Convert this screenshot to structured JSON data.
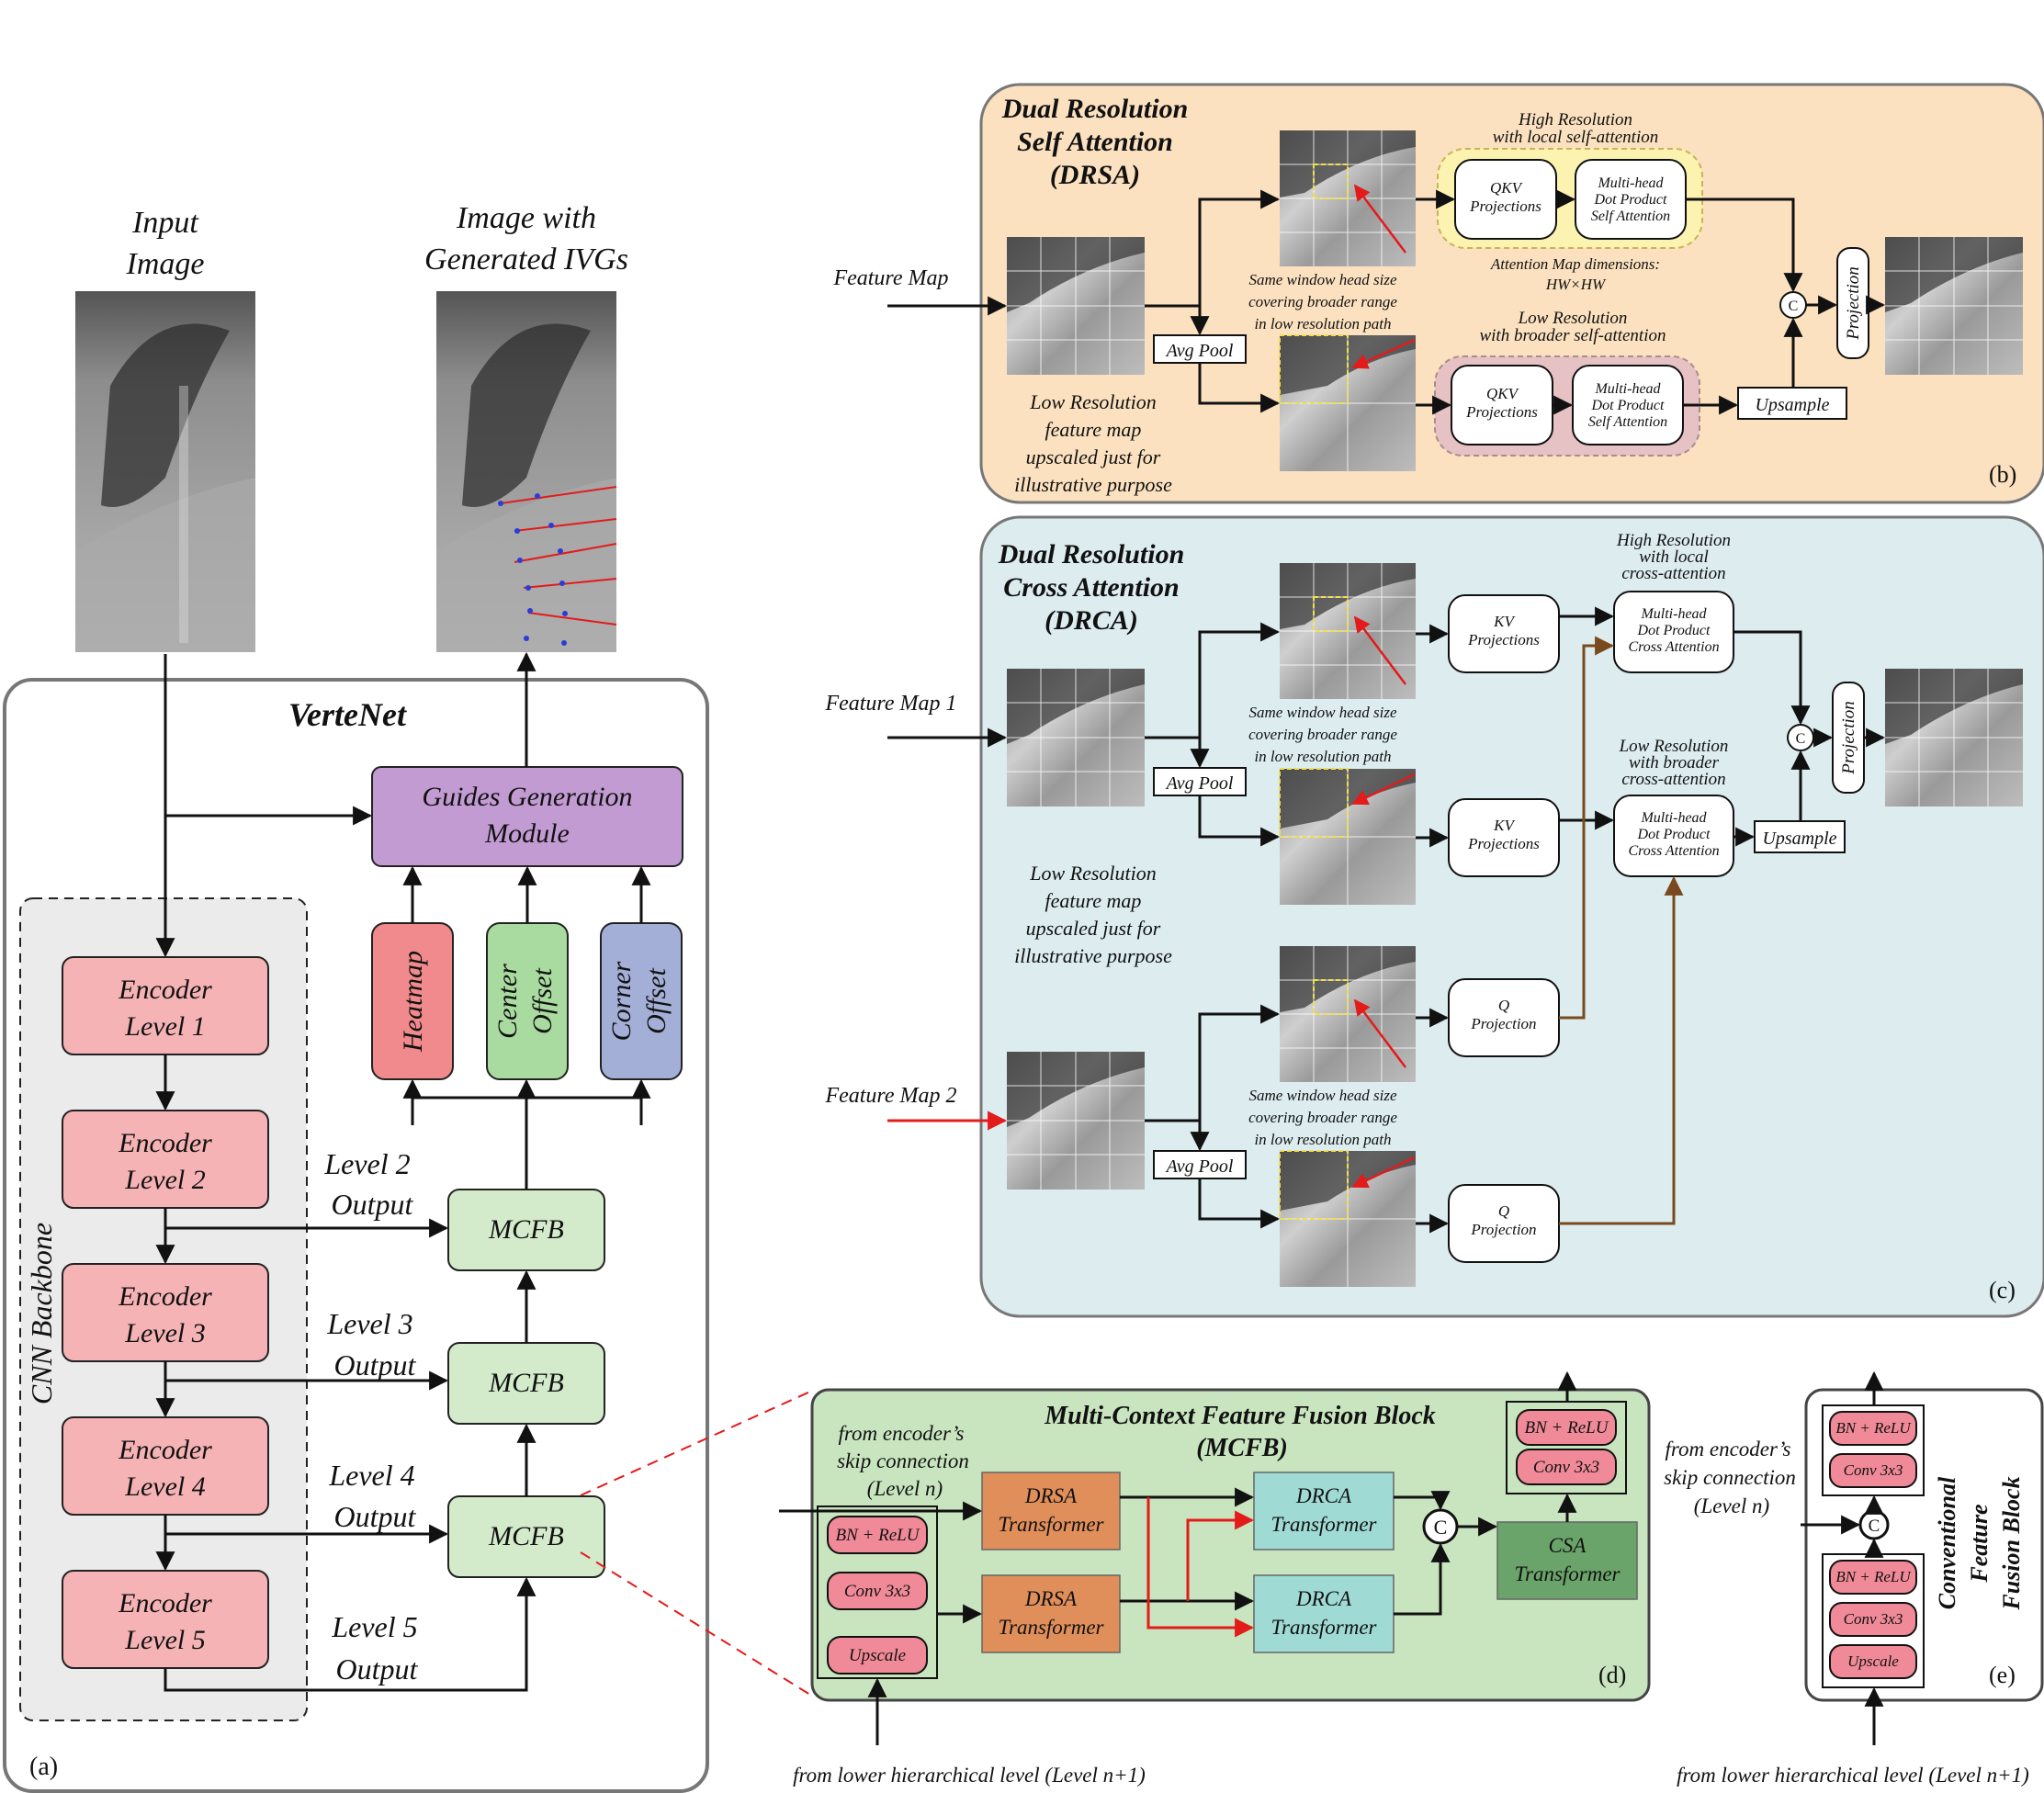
{
  "panel_a": {
    "input_title": [
      "Input",
      "Image"
    ],
    "output_title": [
      "Image with",
      "Generated IVGs"
    ],
    "vertenet_title": "VerteNet",
    "backbone_label": "CNN Backbone",
    "encoders": [
      [
        "Encoder",
        "Level 1"
      ],
      [
        "Encoder",
        "Level 2"
      ],
      [
        "Encoder",
        "Level 3"
      ],
      [
        "Encoder",
        "Level 4"
      ],
      [
        "Encoder",
        "Level 5"
      ]
    ],
    "guides_module": [
      "Guides Generation",
      "Module"
    ],
    "heads": [
      [
        "Heatmap"
      ],
      [
        "Center",
        "Offset"
      ],
      [
        "Corner",
        "Offset"
      ]
    ],
    "mcfb_label": "MCFB",
    "level_outputs": [
      [
        "Level 2",
        "Output"
      ],
      [
        "Level 3",
        "Output"
      ],
      [
        "Level 4",
        "Output"
      ],
      [
        "Level 5",
        "Output"
      ]
    ],
    "tag": "(a)",
    "colors": {
      "encoder": "#f6b3b6",
      "guides": "#c39bd3",
      "heatmap": "#f08a8c",
      "center": "#a9dba0",
      "corner": "#a4afd8",
      "mcfb": "#d3ebcb"
    }
  },
  "panel_b": {
    "title": [
      "Dual Resolution",
      "Self Attention",
      "(DRSA)"
    ],
    "feature_map": "Feature Map",
    "avg_pool": "Avg Pool",
    "window_note": [
      "Same window head size",
      "covering broader range",
      "in low resolution path"
    ],
    "low_res_note": [
      "Low Resolution",
      "feature map",
      "upscaled just for",
      "illustrative purpose"
    ],
    "high_res_label": [
      "High Resolution",
      "with local self-attention"
    ],
    "low_res_label": [
      "Low Resolution",
      "with broader self-attention"
    ],
    "qkv": [
      "QKV",
      "Projections"
    ],
    "mhsa": [
      "Multi-head",
      "Dot Product",
      "Self Attention"
    ],
    "attn_dims": [
      "Attention Map dimensions:",
      "HW×HW"
    ],
    "concat": "C",
    "projection": "Projection",
    "upsample": "Upsample",
    "tag": "(b)",
    "colors": {
      "panel": "#fbe1bf",
      "high_group": "#fdf3b0",
      "low_group": "#e7c2c4"
    }
  },
  "panel_c": {
    "title": [
      "Dual Resolution",
      "Cross Attention",
      "(DRCA)"
    ],
    "feature_map_1": "Feature Map 1",
    "feature_map_2": "Feature Map 2",
    "avg_pool": "Avg Pool",
    "window_note": [
      "Same window head size",
      "covering broader range",
      "in low resolution path"
    ],
    "low_res_note": [
      "Low Resolution",
      "feature map",
      "upscaled just for",
      "illustrative purpose"
    ],
    "high_res_label": [
      "High Resolution",
      "with local",
      "cross-attention"
    ],
    "low_res_label": [
      "Low Resolution",
      "with broader",
      "cross-attention"
    ],
    "kv": [
      "KV",
      "Projections"
    ],
    "q": [
      "Q",
      "Projection"
    ],
    "mhca": [
      "Multi-head",
      "Dot Product",
      "Cross Attention"
    ],
    "concat": "C",
    "projection": "Projection",
    "upsample": "Upsample",
    "tag": "(c)",
    "colors": {
      "panel": "#dcecef"
    }
  },
  "panel_d": {
    "title": [
      "Multi-Context Feature Fusion Block",
      "(MCFB)"
    ],
    "skip_label": [
      "from encoder’s",
      "skip connection",
      "(Level n)"
    ],
    "lower_label": "from lower hierarchical level (Level n+1)",
    "stack": [
      "BN + ReLU",
      "Conv 3x3",
      "Upscale"
    ],
    "drsa": [
      "DRSA",
      "Transformer"
    ],
    "drca": [
      "DRCA",
      "Transformer"
    ],
    "csa": [
      "CSA",
      "Transformer"
    ],
    "out_stack": [
      "BN + ReLU",
      "Conv 3x3"
    ],
    "concat": "C",
    "tag": "(d)",
    "colors": {
      "panel": "#c9e5bf",
      "drsa": "#e08f5b",
      "drca": "#9fdad4",
      "csa": "#6aa46a",
      "pill": "#f08a98"
    }
  },
  "panel_e": {
    "title": [
      "Conventional",
      "Feature",
      "Fusion Block"
    ],
    "skip_label": [
      "from encoder’s",
      "skip connection",
      "(Level n)"
    ],
    "lower_label": "from lower hierarchical level (Level n+1)",
    "top_stack": [
      "BN + ReLU",
      "Conv 3x3"
    ],
    "bottom_stack": [
      "BN + ReLU",
      "Conv 3x3",
      "Upscale"
    ],
    "concat": "C",
    "tag": "(e)"
  }
}
